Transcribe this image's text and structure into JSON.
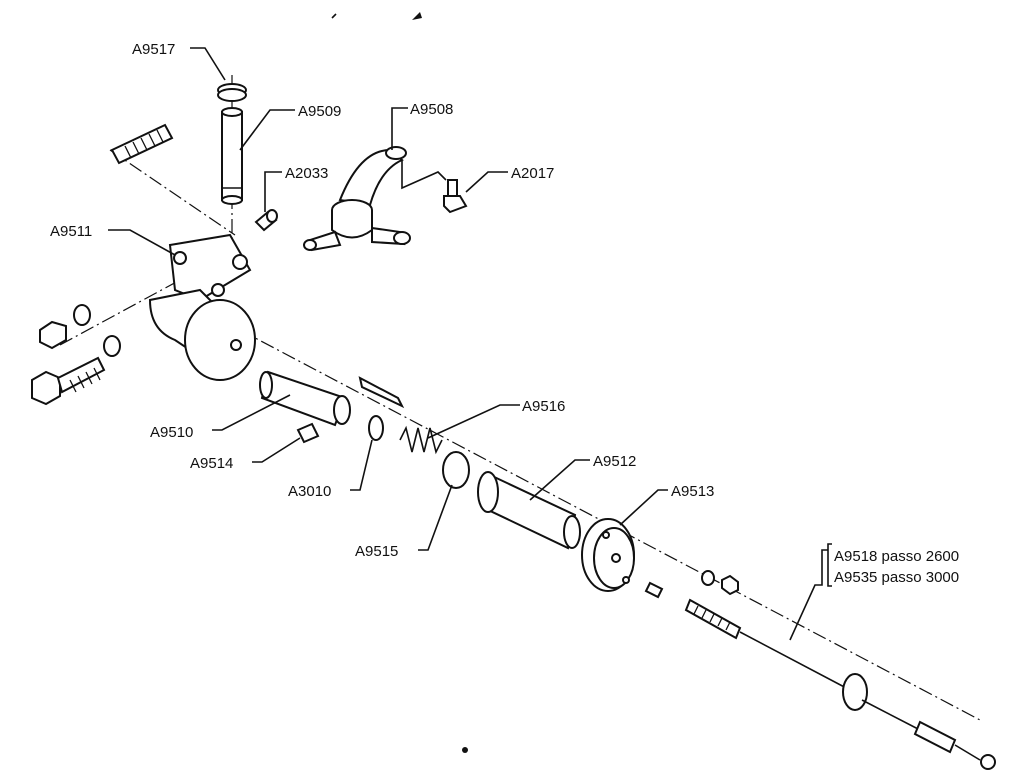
{
  "diagram": {
    "type": "exploded-parts-diagram",
    "labels": [
      {
        "id": "a9517",
        "text": "A9517"
      },
      {
        "id": "a9509",
        "text": "A9509"
      },
      {
        "id": "a2033",
        "text": "A2033"
      },
      {
        "id": "a9508",
        "text": "A9508"
      },
      {
        "id": "a2017",
        "text": "A2017"
      },
      {
        "id": "a9511",
        "text": "A9511"
      },
      {
        "id": "a9510",
        "text": "A9510"
      },
      {
        "id": "a9514",
        "text": "A9514"
      },
      {
        "id": "a3010",
        "text": "A3010"
      },
      {
        "id": "a9516",
        "text": "A9516"
      },
      {
        "id": "a9515",
        "text": "A9515"
      },
      {
        "id": "a9512",
        "text": "A9512"
      },
      {
        "id": "a9513",
        "text": "A9513"
      },
      {
        "id": "a9518",
        "text": "A9518 passo 2600"
      },
      {
        "id": "a9535",
        "text": "A9535 passo 3000"
      }
    ]
  }
}
